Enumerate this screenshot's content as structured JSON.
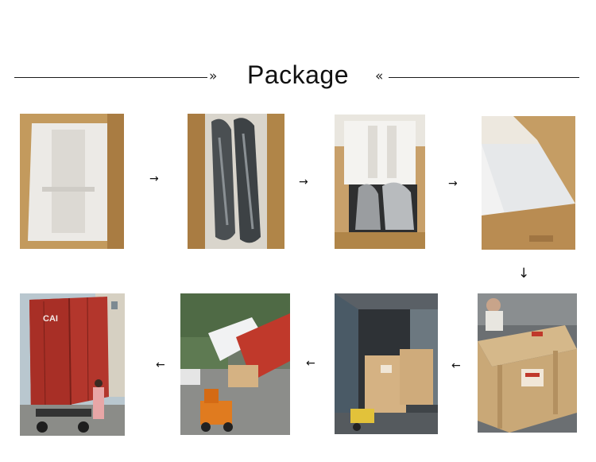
{
  "header": {
    "title": "Package",
    "left_chevron": "»",
    "right_chevron": "«"
  },
  "photos": [
    {
      "name": "foam-insert-in-box",
      "caption": ""
    },
    {
      "name": "wrapped-parts-in-box",
      "caption": ""
    },
    {
      "name": "foam-and-foil-bags",
      "caption": ""
    },
    {
      "name": "sealed-carton",
      "caption": ""
    },
    {
      "name": "wooden-crate",
      "caption": ""
    },
    {
      "name": "crates-in-container",
      "caption": ""
    },
    {
      "name": "forklift-loading",
      "caption": ""
    },
    {
      "name": "shipping-container-truck",
      "caption": "CAI"
    }
  ],
  "arrows": {
    "right": "→",
    "down": "↓",
    "left": "←"
  }
}
